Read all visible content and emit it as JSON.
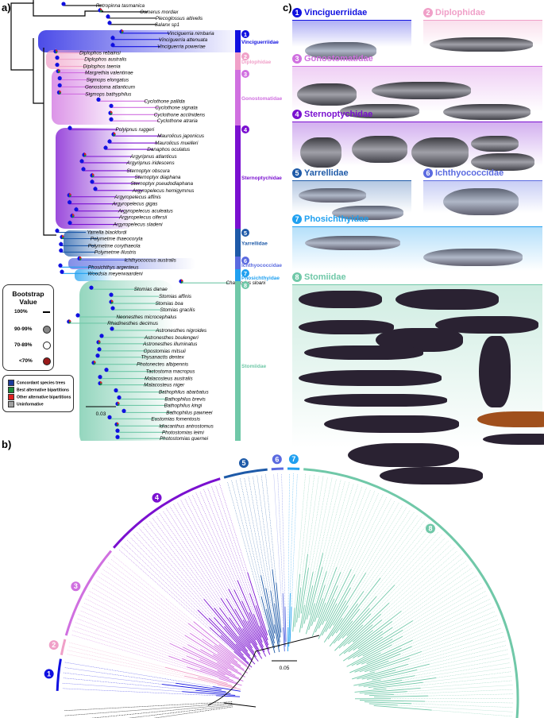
{
  "panels": {
    "a": "a)",
    "b": "b)",
    "c": "c)"
  },
  "colors": {
    "outgroup": "#000000",
    "vinciguerriidae": "#1010e0",
    "diplophidae": "#f0a0c8",
    "gonostomatidae": "#d070e0",
    "sternoptychidae": "#7a10d0",
    "yarrellidae": "#1e5aa8",
    "ichthyococcidae": "#5a6ae0",
    "phosichthyidae": "#20a0f0",
    "stomiidae": "#70c8a8",
    "node_concordant": "#1010e0",
    "node_best_alt": "#1a8a3a",
    "node_other_alt": "#e02020",
    "node_uninformative": "#a0a0a0"
  },
  "tree_a": {
    "taxa": [
      "Retropinna tasmanica",
      "Osmerus mordax",
      "Plecoglossus altivelis",
      "Salanx sp1",
      "Vinciguerria nimbaria",
      "Vinciguerria attenuata",
      "Vinciguerria poweriae",
      "Diplophos rebainsi",
      "Diplophos australis",
      "Diplophos taenia",
      "Margrethia valentinae",
      "Sigmops elongatus",
      "Gonostoma atlanticum",
      "Sigmops bathyphilus",
      "Cyclothone pallida",
      "Cyclothone signata",
      "Cyclothone acclinidens",
      "Cyclothone atraria",
      "Polyipnus ruggeri",
      "Maurolicus japonicus",
      "Maurolicus muelleri",
      "Danaphos oculatus",
      "Argyripnus atlanticus",
      "Argyripnus iridescens",
      "Sternoptyx obscura",
      "Sternoptyx diaphana",
      "Sternoptyx pseudodiaphana",
      "Argyropelecus hemigymnus",
      "Argyropelecus affinis",
      "Argyropelecus gigas",
      "Argyropelecus aculeatus",
      "Argyropelecus olfersii",
      "Argyropelecus sladeni",
      "Yarrella blackfordi",
      "Polymetme thaeocoryla",
      "Polymetme corythaeola",
      "Polymetme illustris",
      "Ichthyococcus australis",
      "Phosichthys argenteus",
      "Woodsia meyerwaardeni",
      "Chauliodus sloani",
      "Stomias danae",
      "Stomias affinis",
      "Stomias boa",
      "Stomias gracilis",
      "Neonesthes microcephalus",
      "Rhadinesthes decimus",
      "Astronesthes nigroides",
      "Astronesthes boulengeri",
      "Astronesthes illuminatus",
      "Opostomias mitsuii",
      "Thysanactis dentex",
      "Photonectes albipennis",
      "Tactostoma macropus",
      "Malacosteus australis",
      "Malacosteus niger",
      "Bathophilus abarbatus",
      "Bathophilus brevis",
      "Bathophilus kingi",
      "Bathophilus pawneei",
      "Eustomias fomentosis",
      "Idiacanthus antrostomus",
      "Photostomias leimi",
      "Photostomias guernei"
    ],
    "families": [
      {
        "num": "1",
        "name": "Vinciguerriidae",
        "key": "vinciguerriidae"
      },
      {
        "num": "2",
        "name": "Diplophidae",
        "key": "diplophidae"
      },
      {
        "num": "3",
        "name": "Gonostomatidae",
        "key": "gonostomatidae"
      },
      {
        "num": "4",
        "name": "Sternoptychidae",
        "key": "sternoptychidae"
      },
      {
        "num": "5",
        "name": "Yarrellidae",
        "key": "yarrellidae"
      },
      {
        "num": "6",
        "name": "Ichthyococcidae",
        "key": "ichthyococcidae"
      },
      {
        "num": "7",
        "name": "Phosichthyidae",
        "key": "phosichthyidae"
      },
      {
        "num": "8",
        "name": "Stomiidae",
        "key": "stomiidae"
      }
    ],
    "scale_label": "0.03"
  },
  "bootstrap_legend": {
    "title": "Bootstrap Value",
    "rows": [
      {
        "label": "100%",
        "symbol": "dash"
      },
      {
        "label": "90-99%",
        "symbol": "grey-circle"
      },
      {
        "label": "70-89%",
        "symbol": "white-circle"
      },
      {
        "label": "<70%",
        "symbol": "red-circle"
      }
    ]
  },
  "concordance_legend": {
    "rows": [
      {
        "label": "Concordant species trees",
        "color": "#1a3a9a"
      },
      {
        "label": "Best alternative bipartitions",
        "color": "#1a8a3a"
      },
      {
        "label": "Other alternative bipartitions",
        "color": "#e02020"
      },
      {
        "label": "Uninformative",
        "color": "#a0a0a0"
      }
    ]
  },
  "panel_c": {
    "families": [
      {
        "num": "1",
        "name": "Vinciguerriidae",
        "color": "#1010e0",
        "fish": 1
      },
      {
        "num": "2",
        "name": "Diplophidae",
        "color": "#f0a0c8",
        "fish": 1
      },
      {
        "num": "3",
        "name": "Gonostomatidae",
        "color": "#d070e0",
        "fish": 4
      },
      {
        "num": "4",
        "name": "Sternoptychidae",
        "color": "#7a10d0",
        "fish": 5
      },
      {
        "num": "5",
        "name": "Yarrellidae",
        "color": "#1e5aa8",
        "fish": 2
      },
      {
        "num": "6",
        "name": "Ichthyococcidae",
        "color": "#5a6ae0",
        "fish": 1
      },
      {
        "num": "7",
        "name": "Phosichthyidae",
        "color": "#20a0f0",
        "fish": 2
      },
      {
        "num": "8",
        "name": "Stomiidae",
        "color": "#70c8a8",
        "fish": 14
      }
    ]
  },
  "tree_b": {
    "scale_label": "0.05",
    "clade_labels": [
      "1",
      "2",
      "3",
      "4",
      "5",
      "6",
      "7",
      "8"
    ]
  }
}
